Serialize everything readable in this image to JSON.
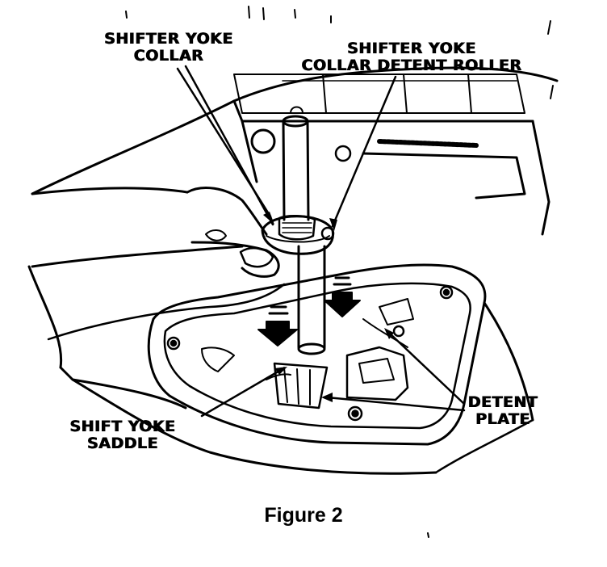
{
  "labels": {
    "shifter_yoke_collar": [
      "SHIFTER YOKE",
      "COLLAR"
    ],
    "collar_detent_roller": [
      "SHIFTER YOKE",
      "COLLAR DETENT ROLLER"
    ],
    "shift_yoke_saddle": [
      "SHIFT YOKE",
      "SADDLE"
    ],
    "detent_plate": [
      "DETENT",
      "PLATE"
    ]
  },
  "caption": "Figure 2",
  "colors": {
    "ink": "#000000",
    "paper": "#ffffff"
  }
}
